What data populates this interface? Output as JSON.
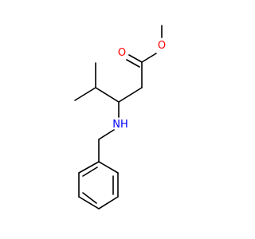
{
  "molecule": {
    "atoms": {
      "ether_oxygen": {
        "symbol": "O",
        "color": "#ff0000"
      },
      "carbonyl_oxygen": {
        "symbol": "O",
        "color": "#ff0000"
      },
      "amine_nitrogen": {
        "symbol": "NH",
        "color": "#0000ff"
      }
    },
    "bond_color": "#000000"
  }
}
